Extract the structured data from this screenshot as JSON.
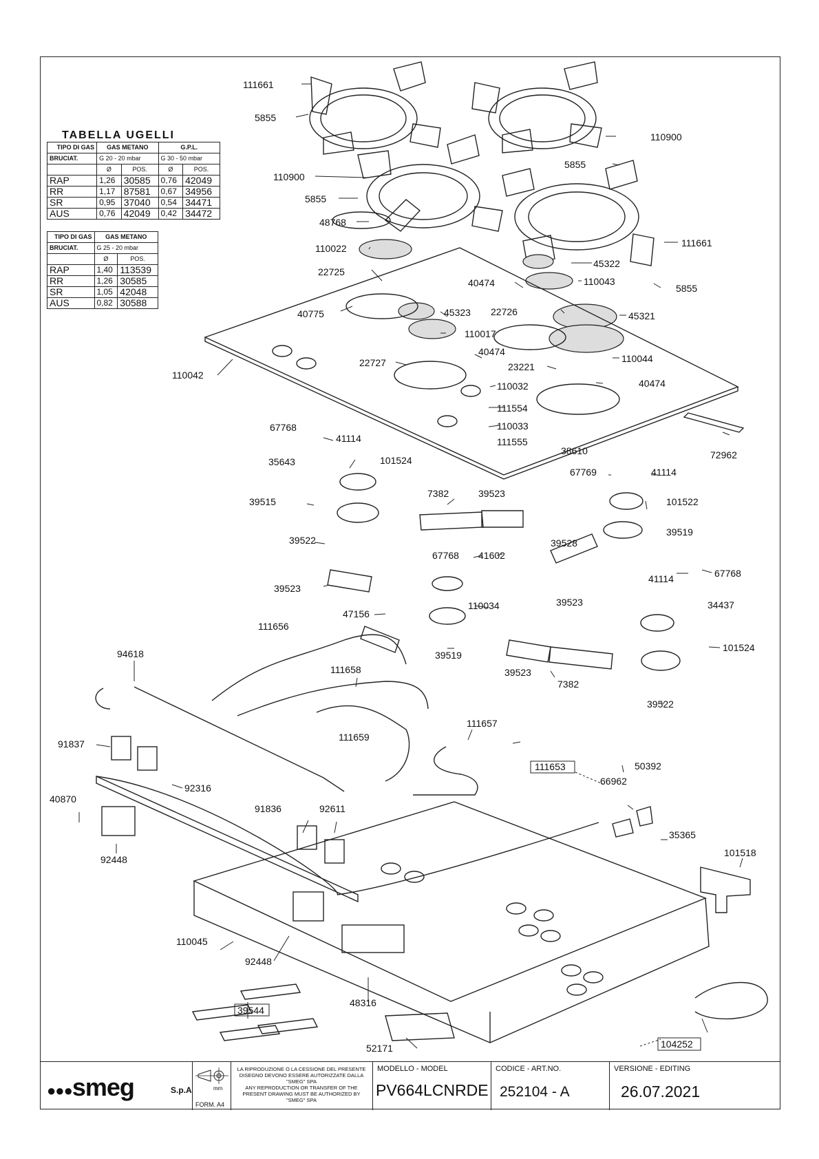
{
  "table1": {
    "title": "TABELLA UGELLI",
    "header_gas_type": "TIPO DI GAS",
    "header_burner": "BRUCIAT.",
    "gas1_name": "GAS METANO",
    "gas1_spec": "G 20 - 20 mbar",
    "gas2_name": "G.P.L.",
    "gas2_spec": "G 30 - 50 mbar",
    "col_dia": "Ø",
    "col_pos": "POS.",
    "rows": [
      {
        "burner": "RAP",
        "d1": "1,26",
        "p1": "30585",
        "d2": "0,76",
        "p2": "42049"
      },
      {
        "burner": "RR",
        "d1": "1,17",
        "p1": "87581",
        "d2": "0,67",
        "p2": "34956"
      },
      {
        "burner": "SR",
        "d1": "0,95",
        "p1": "37040",
        "d2": "0,54",
        "p2": "34471"
      },
      {
        "burner": "AUS",
        "d1": "0,76",
        "p1": "42049",
        "d2": "0,42",
        "p2": "34472"
      }
    ]
  },
  "table2": {
    "header_gas_type": "TIPO DI GAS",
    "header_burner": "BRUCIAT.",
    "gas1_name": "GAS METANO",
    "gas1_spec": "G 25 - 20 mbar",
    "col_dia": "Ø",
    "col_pos": "POS.",
    "rows": [
      {
        "burner": "RAP",
        "d1": "1,40",
        "p1": "113539"
      },
      {
        "burner": "RR",
        "d1": "1,26",
        "p1": "30585"
      },
      {
        "burner": "SR",
        "d1": "1,05",
        "p1": "42048"
      },
      {
        "burner": "AUS",
        "d1": "0,82",
        "p1": "30588"
      }
    ]
  },
  "callouts": [
    "111661",
    "5855",
    "110900",
    "5855",
    "110900",
    "5855",
    "48768",
    "110022",
    "111661",
    "45322",
    "22725",
    "40474",
    "110043",
    "5855",
    "40775",
    "45323",
    "22726",
    "45321",
    "110017",
    "40474",
    "110042",
    "22727",
    "110044",
    "23221",
    "40474",
    "110032",
    "111554",
    "67768",
    "41114",
    "110033",
    "38610",
    "111555",
    "72962",
    "35643",
    "101524",
    "67769",
    "41114",
    "39515",
    "7382",
    "39523",
    "101522",
    "39522",
    "39519",
    "39528",
    "67768",
    "41602",
    "41114",
    "67768",
    "39523",
    "34437",
    "47156",
    "110034",
    "39523",
    "111656",
    "101524",
    "94618",
    "39519",
    "111658",
    "39523",
    "7382",
    "39522",
    "111659",
    "111657",
    "91837",
    "111653",
    "50392",
    "92316",
    "66962",
    "40870",
    "91836",
    "92611",
    "35365",
    "92448",
    "101518",
    "110045",
    "92448",
    "39544",
    "48316",
    "104252",
    "52171"
  ],
  "titleblock": {
    "logo": "smeg",
    "company_suffix": "S.p.A",
    "form": "FORM. A4",
    "mm": "mm",
    "legal_it": "LA RIPRODUZIONE O LA CESSIONE DEL PRESENTE DISEGNO DEVONO ESSERE AUTORIZZATE DALLA \"SMEG\" SPA",
    "legal_en": "ANY REPRODUCTION OR TRANSFER OF THE PRESENT DRAWING MUST BE AUTHORIZED BY \"SMEG\" SPA",
    "model_caption": "MODELLO - MODEL",
    "model": "PV664LCNRDE",
    "code_caption": "CODICE - ART.NO.",
    "code": "252104 - A",
    "version_caption": "VERSIONE - EDITING",
    "version": "26.07.2021"
  }
}
